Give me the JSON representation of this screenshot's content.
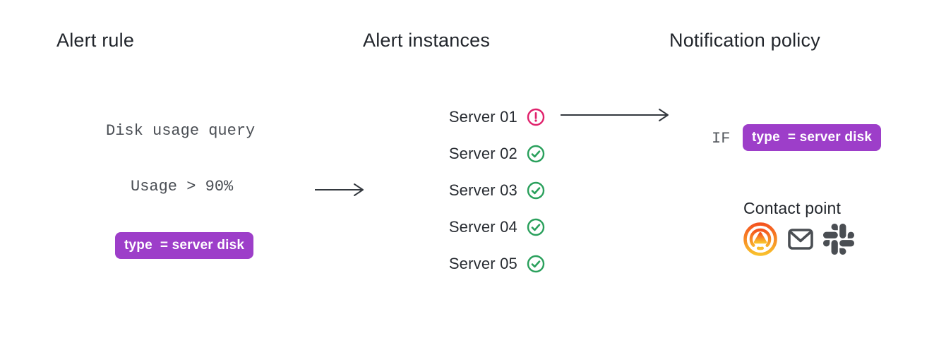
{
  "diagram": {
    "columns": {
      "alert_rule": {
        "title": "Alert rule",
        "query_label": "Disk usage query",
        "condition_label": "Usage > 90%",
        "label_badge": "type  = server disk"
      },
      "alert_instances": {
        "title": "Alert instances",
        "servers": [
          {
            "name": "Server 01",
            "status": "firing"
          },
          {
            "name": "Server 02",
            "status": "normal"
          },
          {
            "name": "Server 03",
            "status": "normal"
          },
          {
            "name": "Server 04",
            "status": "normal"
          },
          {
            "name": "Server 05",
            "status": "normal"
          }
        ]
      },
      "notification_policy": {
        "title": "Notification policy",
        "matcher_prefix": "IF",
        "matcher_badge": "type  = server disk",
        "contact_point_label": "Contact point",
        "contact_icons": [
          "grafana-alerting-icon",
          "email-icon",
          "slack-icon"
        ]
      }
    },
    "colors": {
      "badge_purple": "#9d3ec9",
      "firing_pink": "#e0226c",
      "ok_green": "#2aa05c",
      "icon_gray": "#4a4e53",
      "arrow_dark": "#33383e",
      "text_dark": "#22262c",
      "mono_gray": "#4a4e54"
    }
  }
}
